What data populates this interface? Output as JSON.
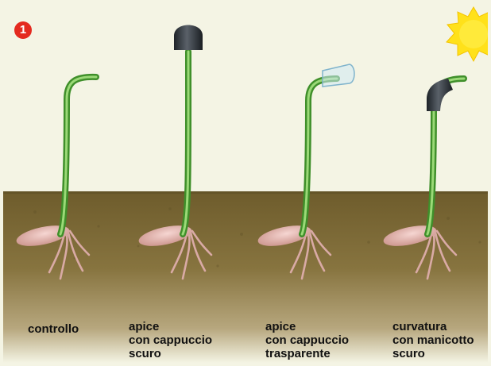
{
  "badge": "1",
  "captions": [
    {
      "lines": [
        "controllo"
      ]
    },
    {
      "lines": [
        "apice",
        "con cappuccio",
        "scuro"
      ]
    },
    {
      "lines": [
        "apice",
        "con cappuccio",
        "trasparente"
      ]
    },
    {
      "lines": [
        "curvatura",
        "con manicotto",
        "scuro"
      ]
    }
  ],
  "colors": {
    "background": "#f4f4e4",
    "soil": "#7a6a3a",
    "stem": "#6cb44a",
    "cap": "#2a2f35",
    "sun": "#ffe11a",
    "badge": "#e42a1f"
  },
  "icons": [
    "sun-icon",
    "seedling-icon"
  ]
}
